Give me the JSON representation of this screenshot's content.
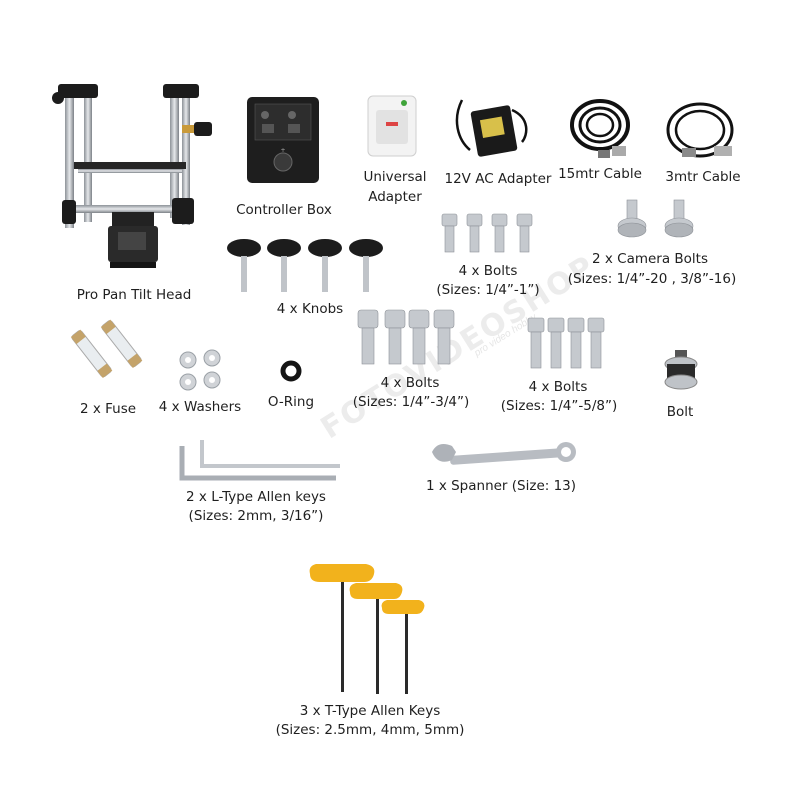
{
  "watermark": {
    "main": "FOTOVIDEOSHOP",
    "sub": "pro video hobby"
  },
  "items": {
    "pan_tilt_head": {
      "label": "Pro Pan Tilt Head"
    },
    "controller_box": {
      "label": "Controller Box"
    },
    "universal_adapter": {
      "label_line1": "Universal",
      "label_line2": "Adapter"
    },
    "ac_adapter": {
      "label": "12V AC Adapter"
    },
    "cable_15m": {
      "label": "15mtr Cable"
    },
    "cable_3m": {
      "label": "3mtr Cable"
    },
    "bolts_1in": {
      "label_line1": "4 x Bolts",
      "label_line2": "(Sizes: 1/4”-1”)"
    },
    "camera_bolts": {
      "label_line1": "2 x Camera Bolts",
      "label_line2": "(Sizes: 1/4”-20 , 3/8”-16)"
    },
    "knobs": {
      "label": "4 x Knobs"
    },
    "fuse": {
      "label": "2 x Fuse"
    },
    "washers": {
      "label": "4 x Washers"
    },
    "oring": {
      "label": "O-Ring"
    },
    "bolts_34": {
      "label_line1": "4 x Bolts",
      "label_line2": "(Sizes: 1/4”-3/4”)"
    },
    "bolts_58": {
      "label_line1": "4 x Bolts",
      "label_line2": "(Sizes: 1/4”-5/8”)"
    },
    "bolt": {
      "label": "Bolt"
    },
    "l_keys": {
      "label_line1": "2 x L-Type Allen keys",
      "label_line2": "(Sizes: 2mm, 3/16”)"
    },
    "spanner": {
      "label": "1 x Spanner (Size: 13)"
    },
    "t_keys": {
      "label_line1": "3 x T-Type Allen Keys",
      "label_line2": "(Sizes: 2.5mm, 4mm, 5mm)"
    }
  },
  "colors": {
    "metal": "#b8bcc2",
    "dark": "#1c1c1c",
    "handle": "#f2b21c"
  }
}
